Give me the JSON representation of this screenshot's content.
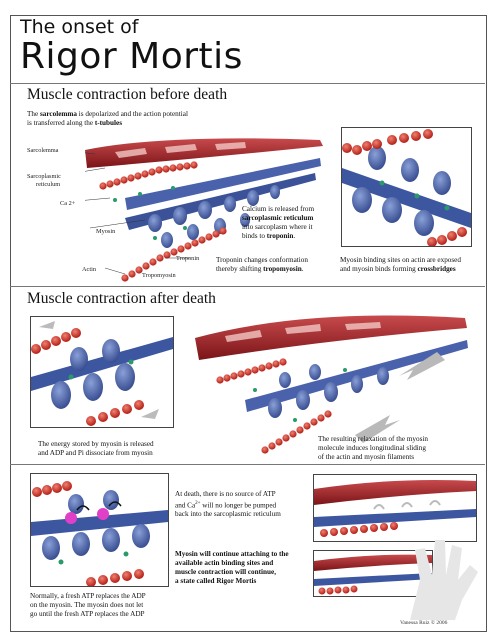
{
  "title": {
    "small": "The onset of",
    "big": "Rigor Mortis"
  },
  "section1": {
    "heading": "Muscle contraction before death",
    "intro_a": "The ",
    "intro_b": "sarcolemma",
    "intro_c": " is depolarized and the action potential",
    "intro_d": "is transferred along the ",
    "intro_e": "t-tubules",
    "labels": {
      "sarcolemma": "Sarcolemma",
      "reticulum_1": "Sarcoplasmic",
      "reticulum_2": "reticulum",
      "calcium": "Ca 2+",
      "myosin": "Myosin",
      "troponin": "Troponin",
      "actin": "Actin",
      "tropomyosin": "Tropomyosin"
    },
    "calcium_text": {
      "l1": "Calcium is released from",
      "l2": "sarcoplasmic reticulum",
      "l3": "into sarcoplasm where it",
      "l4a": "binds to ",
      "l4b": "troponin",
      "l4c": "."
    },
    "troponin_text": {
      "l1": "Troponin changes conformation",
      "l2a": "thereby shifting ",
      "l2b": "tropomyosin",
      "l2c": "."
    },
    "binding_text": {
      "l1": "Myosin binding sites on actin are exposed",
      "l2a": "and myosin binds forming ",
      "l2b": "crossbridges"
    }
  },
  "section2": {
    "heading": "Muscle contraction after death",
    "energy_text": {
      "l1": "The energy stored by myosin is released",
      "l2": "and ADP and Pi dissociate from myosin"
    },
    "relax_text": {
      "l1": "The resulting relaxation of the myosin",
      "l2": "molecule induces longitudinal sliding",
      "l3": "of the actin and myosin filaments"
    }
  },
  "section3": {
    "atp_text": {
      "l1": "At death, there is no source of ATP",
      "l2a": "and Ca",
      "l2b": "2+",
      "l2c": " will no longer be pumped",
      "l3": "back into the sarcoplasmic reticulum"
    },
    "continue_text": {
      "l1": "Myosin will continue attaching to the",
      "l2": "available actin binding sites and",
      "l3": "muscle contraction will continue,",
      "l4a": "a state called ",
      "l4b": "Rigor Mortis"
    },
    "fresh_text": {
      "l1": "Normally, a fresh ATP replaces the ADP",
      "l2": "on the myosin. The myosin does not let",
      "l3": "go until the fresh ATP replaces the ADP"
    }
  },
  "credit": "Vanessa Ruiz © 2006",
  "colors": {
    "actin": "#c0271e",
    "myosin": "#3d56a0",
    "sarcolemma": "#a3242a",
    "calcium": "#2a9a6a"
  }
}
